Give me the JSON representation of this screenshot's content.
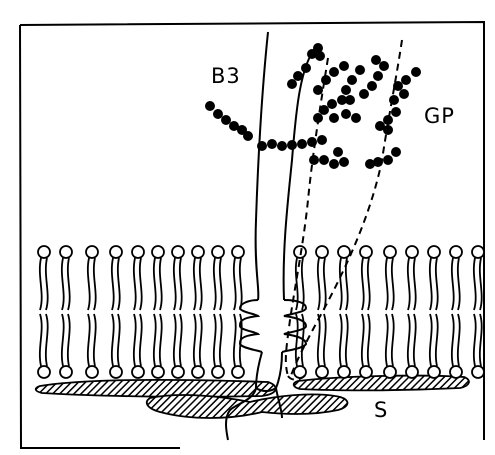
{
  "labels": {
    "b3": "B3",
    "gp": "GP",
    "s": "S"
  },
  "colors": {
    "ink": "#000000",
    "background": "#ffffff"
  }
}
